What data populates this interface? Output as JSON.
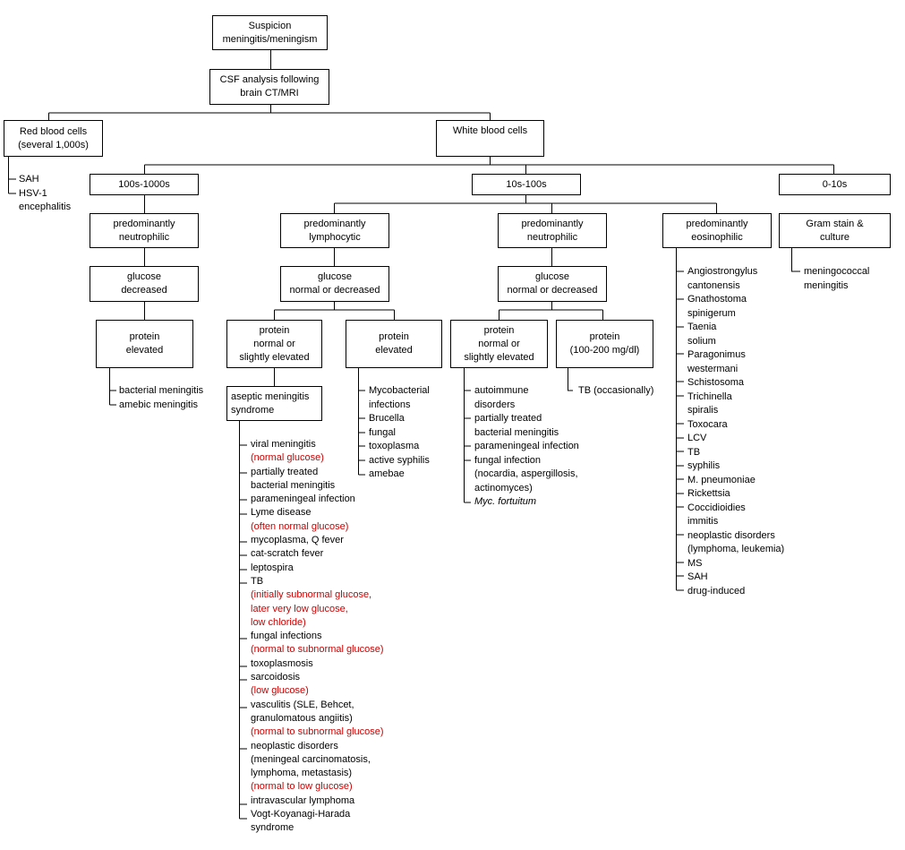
{
  "nodes": {
    "suspicion": "Suspicion\nmeningitis/meningism",
    "csf": "CSF analysis following\nbrain CT/MRI",
    "rbc": "Red blood cells\n(several 1,000s)",
    "wbc": "White blood cells",
    "c100s": "100s-1000s",
    "c10s": "10s-100s",
    "c0": "0-10s",
    "pn1": "predominantly\nneutrophilic",
    "pl": "predominantly\nlymphocytic",
    "pn2": "predominantly\nneutrophilic",
    "pe": "predominantly\neosinophilic",
    "gram": "Gram stain &\nculture",
    "gd": "glucose\ndecreased",
    "gnd1": "glucose\nnormal or decreased",
    "gnd2": "glucose\nnormal or decreased",
    "pe1": "protein\nelevated",
    "pnse1": "protein\nnormal or\nslightly elevated",
    "pe2": "protein\nelevated",
    "pnse2": "protein\nnormal or\nslightly elevated",
    "p100": "protein\n(100-200 mg/dl)",
    "asep": "aseptic meningitis\nsyndrome"
  },
  "lists": {
    "rbc": [
      "SAH",
      "HSV-1",
      "encephalitis"
    ],
    "bact": [
      "bacterial meningitis",
      "amebic meningitis"
    ],
    "myco": [
      "Mycobacterial",
      "infections",
      "Brucella",
      "fungal",
      "toxoplasma",
      "active syphilis",
      "amebae"
    ],
    "auto": [
      "autoimmune",
      "disorders",
      "partially treated",
      "bacterial meningitis",
      "parameningeal infection",
      "fungal infection",
      "(nocardia, aspergillosis,",
      "actinomyces)",
      "Myc. fortuitum"
    ],
    "tb": [
      "TB (occasionally)"
    ],
    "mening": [
      "meningococcal",
      "meningitis"
    ],
    "eos": [
      "Angiostrongylus",
      "cantonensis",
      "Gnathostoma",
      "spinigerum",
      "Taenia",
      "solium",
      "Paragonimus",
      "westermani",
      "Schistosoma",
      "Trichinella",
      "spiralis",
      "Toxocara",
      "LCV",
      "TB",
      "syphilis",
      "M. pneumoniae",
      "Rickettsia",
      "Coccidioidies",
      "immitis",
      "neoplastic disorders",
      "(lymphoma, leukemia)",
      "MS",
      "SAH",
      "drug-induced"
    ],
    "asep": [
      "viral meningitis",
      "(normal glucose)",
      "partially treated",
      "bacterial meningitis",
      "parameningeal infection",
      "Lyme disease",
      "(often normal glucose)",
      "mycoplasma, Q fever",
      "cat-scratch fever",
      "leptospira",
      "TB",
      "(initially subnormal glucose,",
      "later very low glucose,",
      "low chloride)",
      "fungal infections",
      "(normal to subnormal glucose)",
      "toxoplasmosis",
      "sarcoidosis",
      "(low glucose)",
      "vasculitis (SLE, Behcet,",
      "granulomatous angiitis)",
      "(normal to subnormal glucose)",
      "neoplastic disorders",
      "(meningeal carcinomatosis,",
      "lymphoma, metastasis)",
      "(normal to low glucose)",
      "intravascular lymphoma",
      "Vogt-Koyanagi-Harada",
      "syndrome"
    ]
  },
  "styles": {
    "red_color": "#cc0000",
    "line_color": "#000000",
    "asep_red_items": [
      1,
      6,
      11,
      12,
      13,
      15,
      18,
      21,
      25
    ],
    "auto_italic_items": [
      8
    ]
  }
}
